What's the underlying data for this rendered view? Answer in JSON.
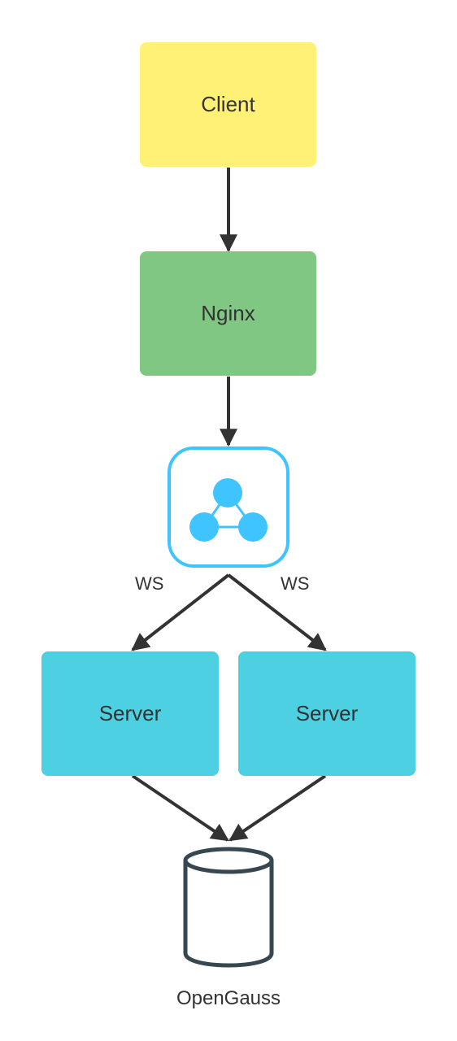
{
  "nodes": {
    "client": {
      "label": "Client",
      "color": "#fff176"
    },
    "nginx": {
      "label": "Nginx",
      "color": "#81c784"
    },
    "gateway": {
      "icon": "triangle-network-icon",
      "color": "#40c4ff"
    },
    "server_left": {
      "label": "Server",
      "color": "#4dd0e1"
    },
    "server_right": {
      "label": "Server",
      "color": "#4dd0e1"
    },
    "database": {
      "label": "OpenGauss",
      "icon": "database-cylinder-icon",
      "color": "#37474f"
    }
  },
  "edges": {
    "gateway_to_server_left": {
      "label": "WS"
    },
    "gateway_to_server_right": {
      "label": "WS"
    }
  },
  "colors": {
    "arrow": "#333333"
  }
}
